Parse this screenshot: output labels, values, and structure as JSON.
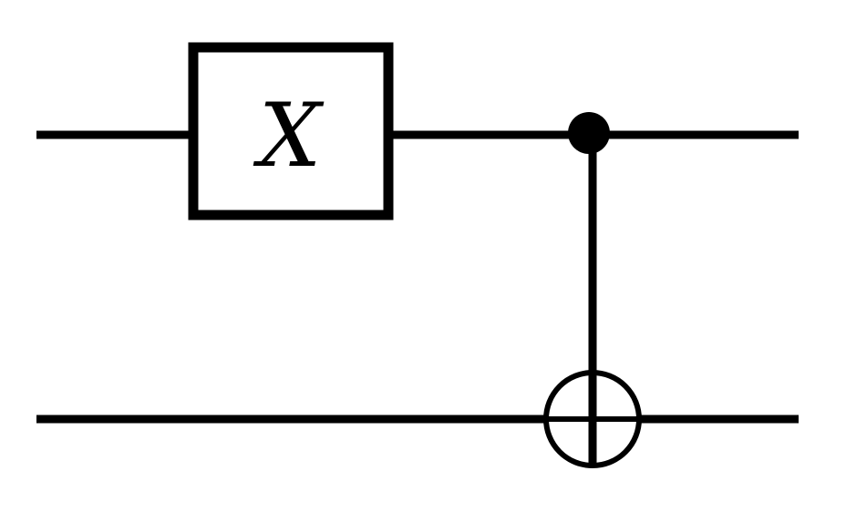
{
  "diagram": {
    "gates": [
      {
        "type": "single-qubit",
        "label": "X"
      },
      {
        "type": "controlled-not"
      }
    ],
    "colors": {
      "line": "#000000",
      "background": "#ffffff"
    }
  }
}
